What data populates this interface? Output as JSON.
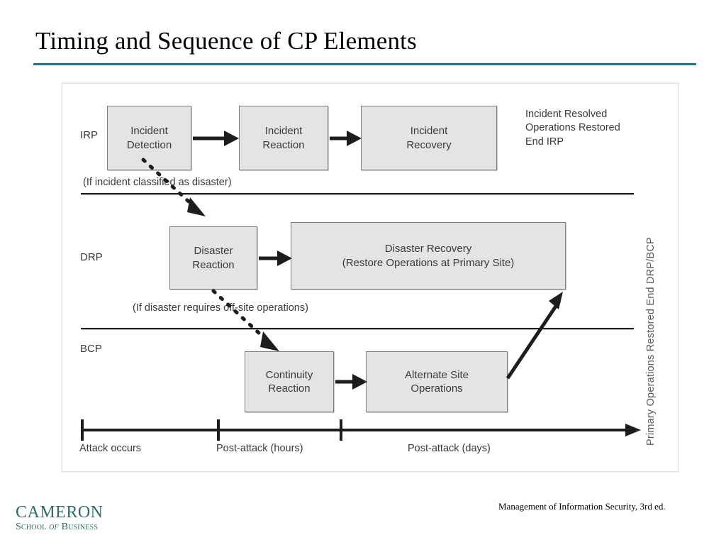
{
  "slide": {
    "title": "Timing and Sequence of CP Elements",
    "accent_color": "#19788a"
  },
  "diagram": {
    "rows": [
      {
        "label": "IRP"
      },
      {
        "label": "DRP"
      },
      {
        "label": "BCP"
      }
    ],
    "irp": {
      "label": "IRP",
      "boxes": [
        {
          "line1": "Incident",
          "line2": "Detection"
        },
        {
          "line1": "Incident",
          "line2": "Reaction"
        },
        {
          "line1": "Incident",
          "line2": "Recovery"
        }
      ],
      "outcome": {
        "line1": "Incident Resolved",
        "line2": "Operations Restored",
        "line3": "End IRP"
      },
      "condition_note": "(If incident classified as disaster)"
    },
    "drp": {
      "label": "DRP",
      "boxes": [
        {
          "line1": "Disaster",
          "line2": "Reaction"
        },
        {
          "line1": "Disaster Recovery",
          "line2": "(Restore Operations at Primary Site)"
        }
      ],
      "condition_note": "(If disaster requires off-site operations)"
    },
    "bcp": {
      "label": "BCP",
      "boxes": [
        {
          "line1": "Continuity",
          "line2": "Reaction"
        },
        {
          "line1": "Alternate Site",
          "line2": "Operations"
        }
      ]
    },
    "outcome_vertical": "Primary Operations Restored End DRP/BCP",
    "timeline": {
      "ticks": [
        {
          "label": "Attack occurs"
        },
        {
          "label": "Post-attack (hours)"
        },
        {
          "label": "Post-attack (days)"
        }
      ]
    },
    "colors": {
      "box_fill": "#e4e4e4",
      "box_stroke": "#7d7d7d",
      "line": "#1d1d1d",
      "text": "#3a3a3a"
    }
  },
  "footer": {
    "credit": "Management of Information Security, 3rd ed.",
    "logo_main": "CAMERON",
    "logo_sub_1": "School",
    "logo_sub_2": "of",
    "logo_sub_3": "Business",
    "logo_color": "#2f6b68"
  }
}
